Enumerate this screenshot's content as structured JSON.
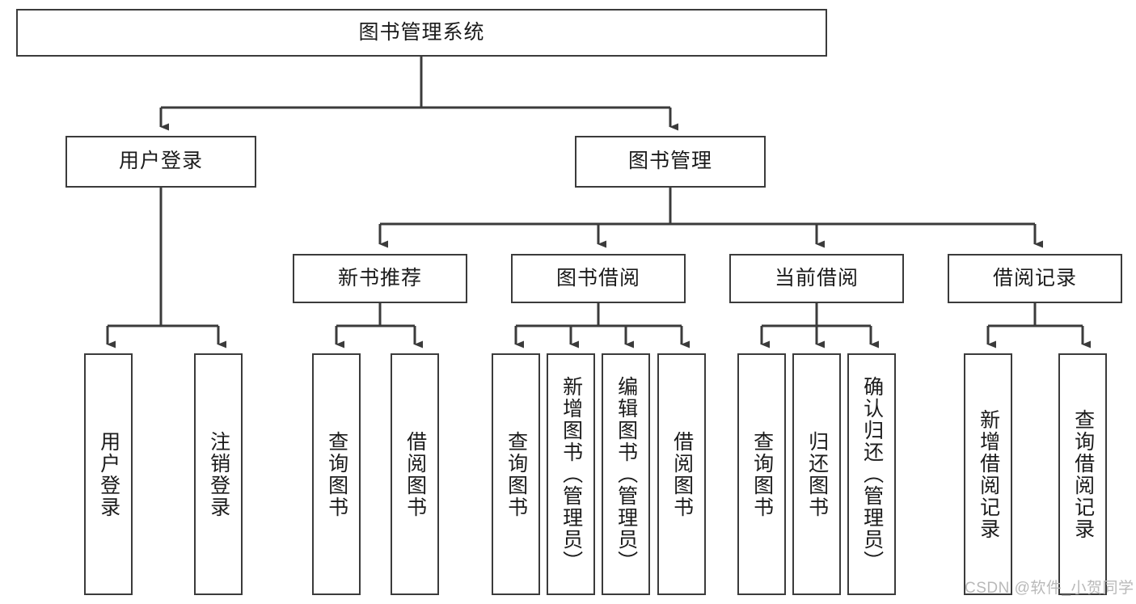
{
  "diagram": {
    "type": "tree-hierarchy-flowchart",
    "title": "图书管理系统",
    "watermark": "CSDN @软件_小贺同学",
    "colors": {
      "box_border": "#3b3b3b",
      "box_fill": "#ffffff",
      "connector": "#3b3b3b",
      "text": "#1b1b1b",
      "watermark": "#b9b9b9",
      "background": "#ffffff"
    },
    "levels": {
      "level1": [
        {
          "id": "root",
          "label": "图书管理系统",
          "orientation": "horizontal"
        }
      ],
      "level2": [
        {
          "id": "login",
          "label": "用户登录",
          "orientation": "horizontal"
        },
        {
          "id": "bookmgmt",
          "label": "图书管理",
          "orientation": "horizontal"
        }
      ],
      "level3": [
        {
          "id": "newbook",
          "label": "新书推荐",
          "orientation": "horizontal"
        },
        {
          "id": "borrow",
          "label": "图书借阅",
          "orientation": "horizontal"
        },
        {
          "id": "current",
          "label": "当前借阅",
          "orientation": "horizontal"
        },
        {
          "id": "record",
          "label": "借阅记录",
          "orientation": "horizontal"
        }
      ],
      "leaves": [
        {
          "id": "leaf-1",
          "parent": "login",
          "label": "用户登录",
          "orientation": "vertical"
        },
        {
          "id": "leaf-2",
          "parent": "login",
          "label": "注销登录",
          "orientation": "vertical"
        },
        {
          "id": "leaf-3",
          "parent": "newbook",
          "label": "查询图书",
          "orientation": "vertical"
        },
        {
          "id": "leaf-4",
          "parent": "newbook",
          "label": "借阅图书",
          "orientation": "vertical"
        },
        {
          "id": "leaf-5",
          "parent": "borrow",
          "label": "查询图书",
          "orientation": "vertical"
        },
        {
          "id": "leaf-6",
          "parent": "borrow",
          "label": "新增图书（管理员）",
          "orientation": "vertical"
        },
        {
          "id": "leaf-7",
          "parent": "borrow",
          "label": "编辑图书（管理员）",
          "orientation": "vertical"
        },
        {
          "id": "leaf-8",
          "parent": "borrow",
          "label": "借阅图书",
          "orientation": "vertical"
        },
        {
          "id": "leaf-9",
          "parent": "current",
          "label": "查询图书",
          "orientation": "vertical"
        },
        {
          "id": "leaf-10",
          "parent": "current",
          "label": "归还图书",
          "orientation": "vertical"
        },
        {
          "id": "leaf-11",
          "parent": "current",
          "label": "确认归还（管理员）",
          "orientation": "vertical"
        },
        {
          "id": "leaf-12",
          "parent": "record",
          "label": "新增借阅记录",
          "orientation": "vertical"
        },
        {
          "id": "leaf-13",
          "parent": "record",
          "label": "查询借阅记录",
          "orientation": "vertical"
        }
      ]
    }
  }
}
